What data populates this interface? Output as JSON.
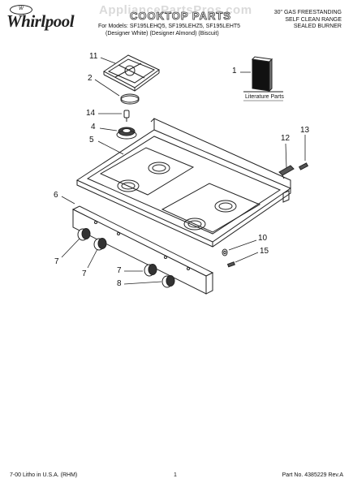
{
  "header": {
    "logo_text": "Whirlpool",
    "logo_mark": "W",
    "watermark": "AppliancePartsPros.com",
    "title": "COOKTOP PARTS",
    "models_line": "For Models: SF195LEHQ5, SF195LEHZ5, SF195LEHT5",
    "variants_line": "(Designer White) (Designer Almond) (Biscuit)",
    "product_line1": "30\" GAS FREESTANDING",
    "product_line2": "SELF CLEAN RANGE",
    "product_line3": "SEALED BURNER"
  },
  "literature_label": "Literature Parts",
  "callouts": {
    "c11": "11",
    "c2": "2",
    "c14": "14",
    "c4": "4",
    "c5": "5",
    "c1": "1",
    "c12": "12",
    "c13": "13",
    "c6": "6",
    "c10": "10",
    "c15": "15",
    "c7a": "7",
    "c7b": "7",
    "c7c": "7",
    "c8": "8"
  },
  "footer": {
    "left": "7-00 Litho in U.S.A. (RHM)",
    "page": "1",
    "part_no": "Part No. 4385229 Rev.A"
  }
}
